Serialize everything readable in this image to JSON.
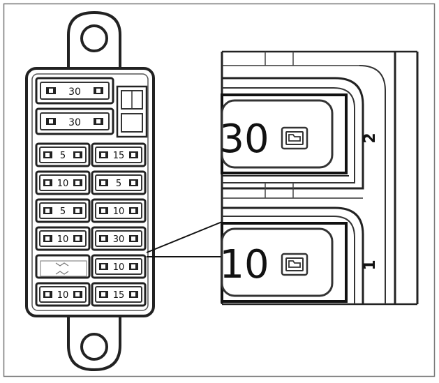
{
  "fuse_box": {
    "top_fuses": [
      "30",
      "30"
    ],
    "grid": [
      [
        "5",
        "15"
      ],
      [
        "10",
        "5"
      ],
      [
        "5",
        "10"
      ],
      [
        "10",
        "30"
      ],
      [
        "",
        "10"
      ],
      [
        "10",
        "15"
      ]
    ]
  },
  "detail": {
    "upper_amp": "30",
    "lower_amp": "10",
    "upper_position": "2",
    "lower_position": "1"
  }
}
